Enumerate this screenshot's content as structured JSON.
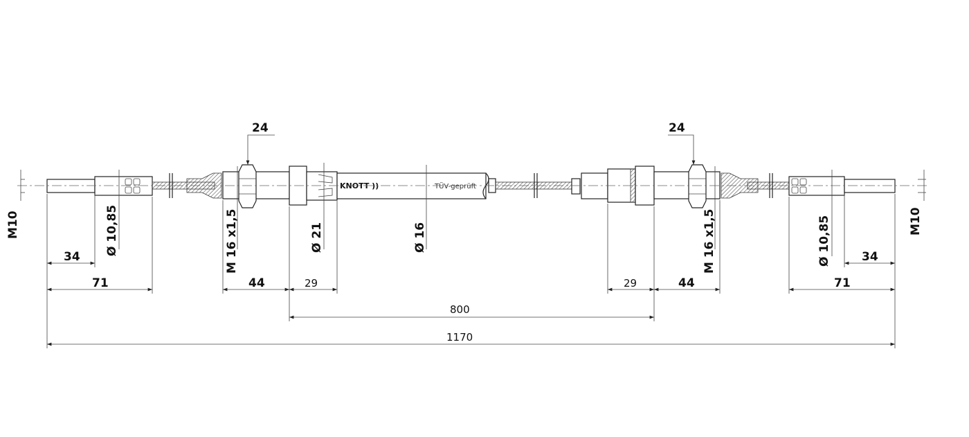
{
  "drawing": {
    "brand_label": "KNOTT ))",
    "approval_label": "TÜV-geprüft",
    "left": {
      "wrench_size": "24",
      "thread_end": "M10",
      "ferrule_dia": "Ø 10,85",
      "sleeve_thread": "M 16 x1,5",
      "collar_dia": "Ø 21",
      "len_thread": "34",
      "len_end": "71",
      "len_sleeve": "44",
      "len_collar": "29"
    },
    "center": {
      "tube_dia": "Ø 16",
      "sheath_length": "800",
      "total_length": "1170"
    },
    "right": {
      "wrench_size": "24",
      "thread_end": "M10",
      "ferrule_dia": "Ø 10,85",
      "sleeve_thread": "M 16 x1,5",
      "len_thread": "34",
      "len_end": "71",
      "len_sleeve": "44",
      "len_collar": "29"
    }
  }
}
